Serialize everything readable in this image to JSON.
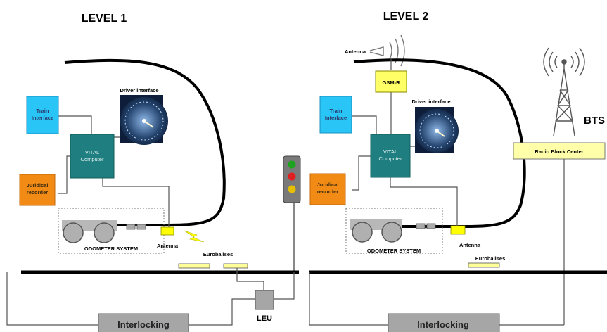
{
  "level1": {
    "title": "LEVEL 1",
    "train_interface": [
      "Train",
      "Interface"
    ],
    "vital_computer": [
      "VITAL",
      "Computer"
    ],
    "juridical_recorder": [
      "Juridical",
      "recorder"
    ],
    "driver_interface": "Driver interface",
    "odometer": "ODOMETER SYSTEM",
    "antenna": "Antenna",
    "eurobalises": "Eurobalises",
    "leu": "LEU",
    "interlocking": "Interlocking"
  },
  "level2": {
    "title": "LEVEL 2",
    "antenna_top": "Antenna",
    "gsmr": "GSM-R",
    "train_interface": [
      "Train",
      "Interface"
    ],
    "vital_computer": [
      "VITAL",
      "Computer"
    ],
    "juridical_recorder": [
      "Juridical",
      "recorder"
    ],
    "driver_interface": "Driver interface",
    "odometer": "ODOMETER SYSTEM",
    "antenna": "Antenna",
    "eurobalises": "Eurobalises",
    "bts": "BTS",
    "rbc": "Radio Block Center",
    "interlocking": "Interlocking"
  },
  "colors": {
    "train_interface": "#29c5f6",
    "vital_computer": "#1f7f80",
    "juridical_recorder": "#f28b15",
    "gsmr": "#ffff66",
    "antenna_box": "#ffff00",
    "rbc": "#ffffaa",
    "interlocking": "#a6a6a6",
    "leu": "#a6a6a6",
    "signal_red": "#ff0000",
    "signal_green": "#1ea31e",
    "signal_yellow": "#e6c000"
  }
}
